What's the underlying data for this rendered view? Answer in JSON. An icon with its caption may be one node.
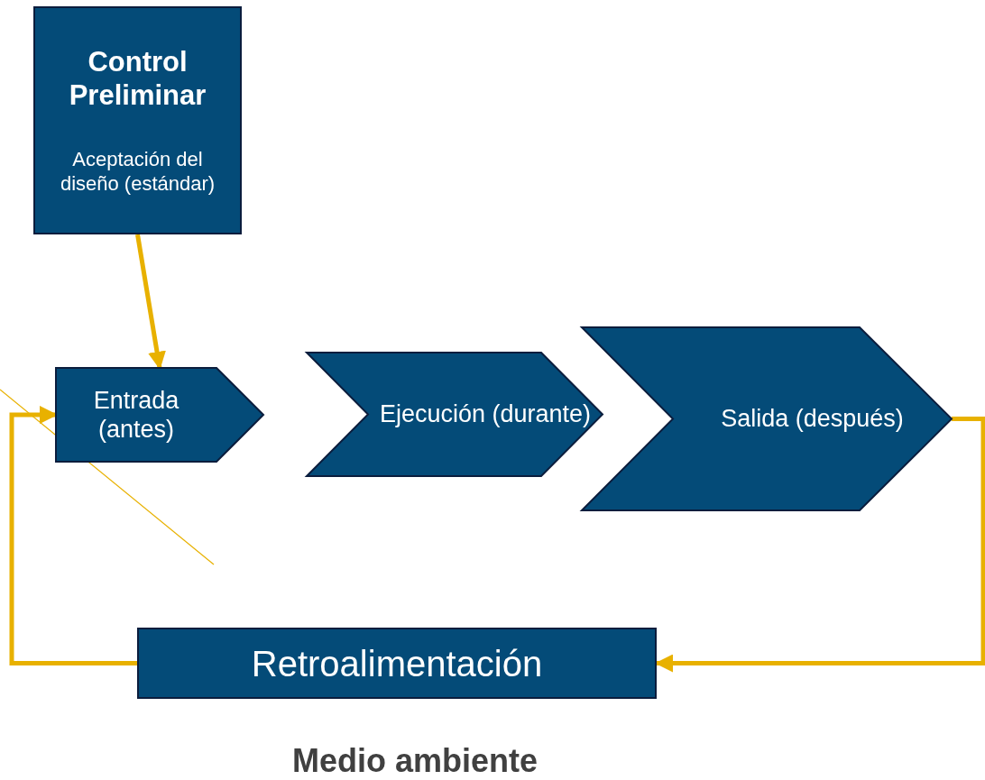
{
  "diagram": {
    "nodes": [
      {
        "text": [
          "Control Preliminar",
          "Aceptación del diseño (estándar)"
        ]
      },
      {
        "text": [
          "Entrada (antes)"
        ]
      },
      {
        "text": [
          "Ejecución (durante)"
        ]
      },
      {
        "text": [
          "Salida (después)"
        ]
      },
      {
        "text": [
          "Retroalimentación"
        ]
      }
    ],
    "edges": [
      {
        "from": 0,
        "to": 1,
        "arrow": "to"
      },
      {
        "from": 3,
        "to": 4,
        "arrow": "to"
      },
      {
        "from": 4,
        "to": 1,
        "arrow": "to"
      }
    ],
    "labels": [
      "Medio ambiente"
    ]
  }
}
